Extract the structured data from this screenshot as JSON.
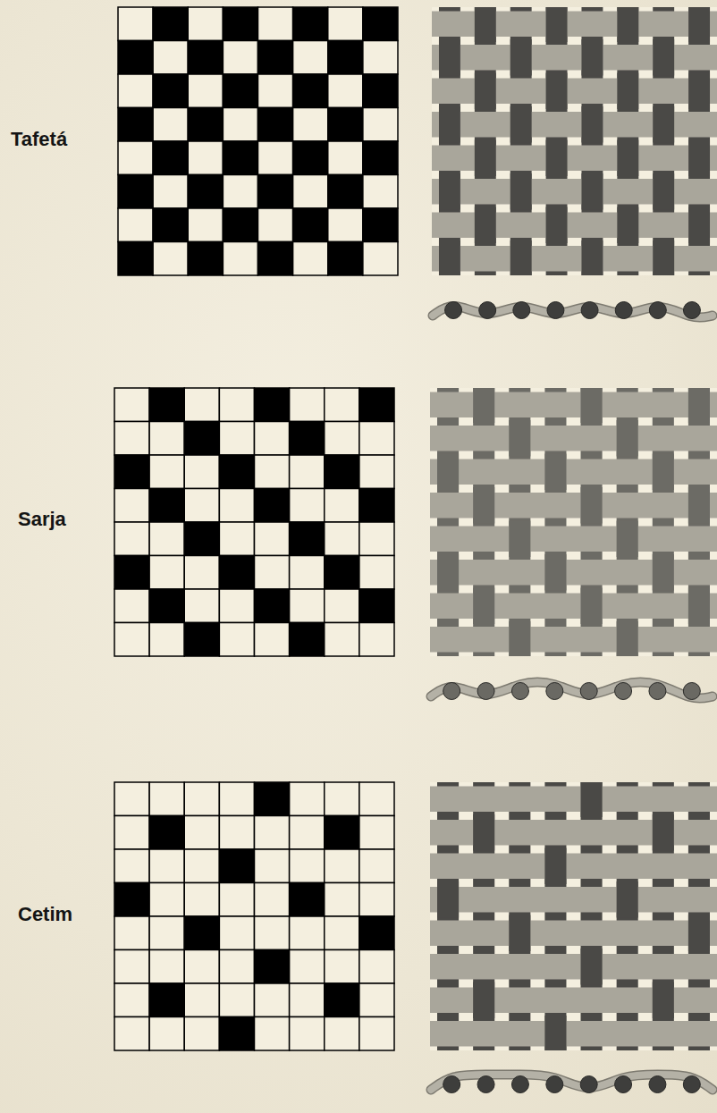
{
  "diagram": {
    "labels": [
      "Tafetá",
      "Sarja",
      "Cetim"
    ]
  }
}
